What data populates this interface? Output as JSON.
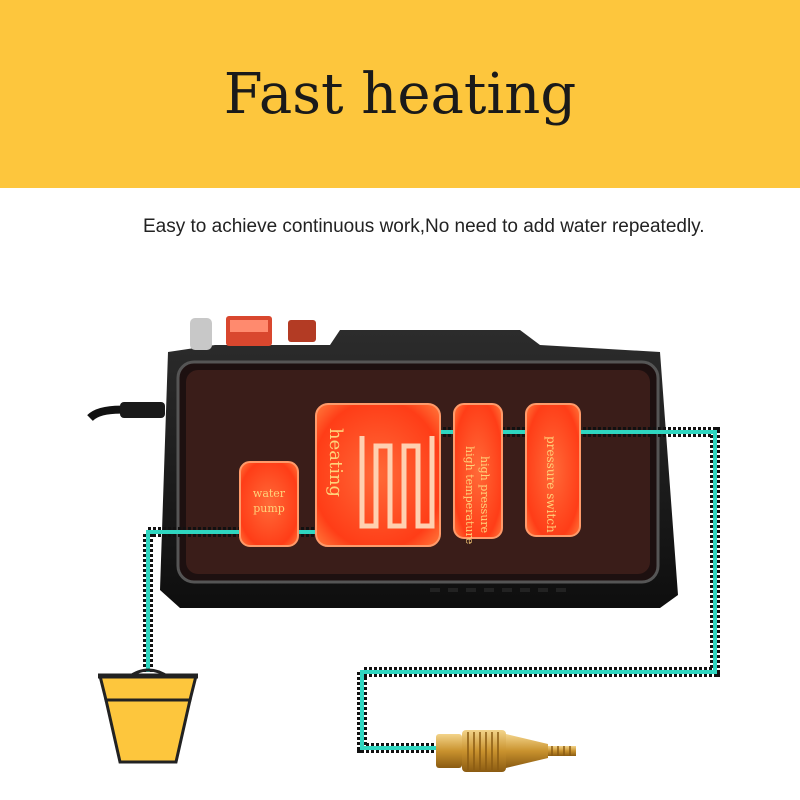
{
  "header": {
    "title": "Fast heating",
    "background_color": "#fdc63d"
  },
  "description": "Easy to achieve continuous work,No need to add water repeatedly.",
  "components": {
    "water_pump": [
      "water",
      "pump"
    ],
    "heating": "heating",
    "high_pressure": [
      "high pressure",
      "high temperature"
    ],
    "pressure_switch": "pressure switch"
  },
  "colors": {
    "module_fill": "#ff4a1e",
    "module_text": "#ffd27a",
    "pipe": "#2fd6c0",
    "body": "#2a1a1a",
    "panel": "#3b1e1a"
  },
  "icons": [
    "bucket-icon",
    "nozzle-icon",
    "power-cord-icon"
  ]
}
